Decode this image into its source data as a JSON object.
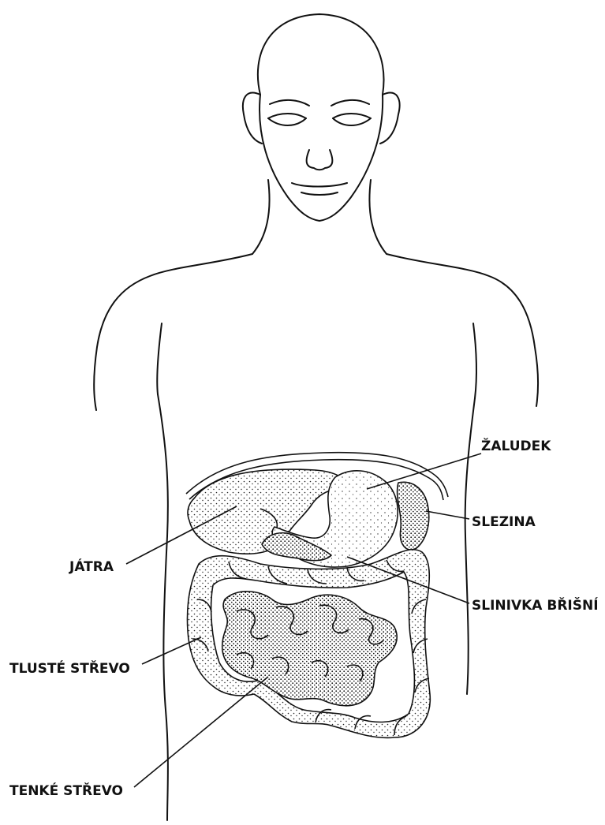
{
  "labels": {
    "stomach": "ŽALUDEK",
    "spleen": "SLEZINA",
    "liver": "JÁTRA",
    "pancreas": "SLINIVKA BŘIŠNÍ",
    "large_intestine": "TLUSTÉ STŘEVO",
    "small_intestine": "TENKÉ STŘEVO"
  },
  "colors": {
    "line": "#111111",
    "background": "#ffffff"
  }
}
